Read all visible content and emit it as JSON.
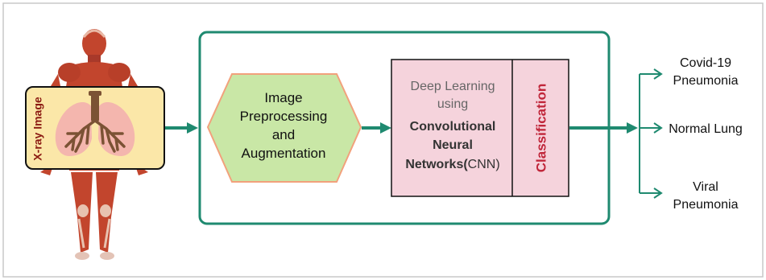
{
  "xray": {
    "label": "X-ray Image"
  },
  "preprocess": {
    "lines": [
      "Image",
      "Preprocessing",
      "and",
      "Augmentation"
    ]
  },
  "cnn": {
    "line1": "Deep Learning",
    "line2": "using",
    "line3": "Convolutional",
    "line4": "Neural",
    "line5_bold": "Networks(",
    "line5_normal": "CNN)"
  },
  "classification": {
    "label": "Classification"
  },
  "outputs": {
    "covid": [
      "Covid-19",
      "Pneumonia"
    ],
    "normal": "Normal Lung",
    "viral": [
      "Viral",
      "Pneumonia"
    ]
  },
  "colors": {
    "teal": "#1f8a70",
    "xray_fill": "#fbe7a8",
    "xray_label": "#8b1a12",
    "hexagon_fill": "#c9e7a6",
    "hexagon_stroke": "#f2a17c",
    "cnn_fill": "#f5d3dc",
    "class_text": "#c0263a",
    "muscle": "#c2452d",
    "lung_pink": "#f4b6ae",
    "lung_brown": "#7b5234"
  }
}
